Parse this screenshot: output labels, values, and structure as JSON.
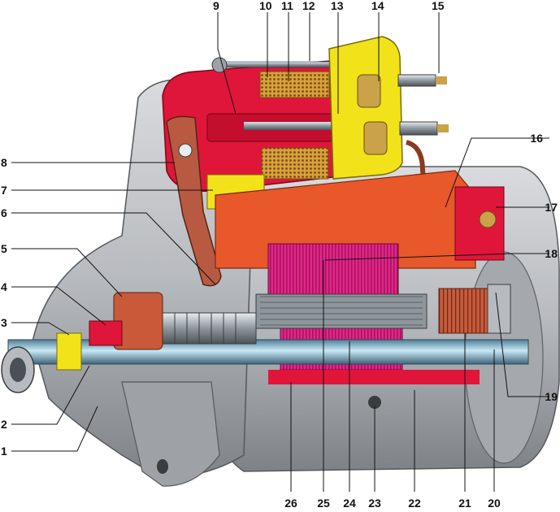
{
  "diagram": {
    "callouts": [
      {
        "id": "c1",
        "text": "1"
      },
      {
        "id": "c2",
        "text": "2"
      },
      {
        "id": "c3",
        "text": "3"
      },
      {
        "id": "c4",
        "text": "4"
      },
      {
        "id": "c5",
        "text": "5"
      },
      {
        "id": "c6",
        "text": "6"
      },
      {
        "id": "c7",
        "text": "7"
      },
      {
        "id": "c8",
        "text": "8"
      },
      {
        "id": "c9",
        "text": "9"
      },
      {
        "id": "c10",
        "text": "10"
      },
      {
        "id": "c11",
        "text": "11"
      },
      {
        "id": "c12",
        "text": "12"
      },
      {
        "id": "c13",
        "text": "13"
      },
      {
        "id": "c14",
        "text": "14"
      },
      {
        "id": "c15",
        "text": "15"
      },
      {
        "id": "c16",
        "text": "16"
      },
      {
        "id": "c17",
        "text": "17"
      },
      {
        "id": "c18",
        "text": "18"
      },
      {
        "id": "c19",
        "text": "19"
      },
      {
        "id": "c20",
        "text": "20"
      },
      {
        "id": "c21",
        "text": "21"
      },
      {
        "id": "c22",
        "text": "22"
      },
      {
        "id": "c23",
        "text": "23"
      },
      {
        "id": "c24",
        "text": "24"
      },
      {
        "id": "c25",
        "text": "25"
      },
      {
        "id": "c26",
        "text": "26"
      }
    ],
    "colors": {
      "housing_gray": "#b9bcc0",
      "housing_dark": "#6f7378",
      "section_red": "#e0153a",
      "section_crimson": "#b80f2f",
      "winding_orange": "#e8582a",
      "copper": "#c85a3a",
      "core_magenta": "#e0288a",
      "insulation_yellow": "#f2e21a",
      "shaft_blue": "#9fd0e8",
      "terminal_tan": "#c9a24a",
      "background": "#ffffff"
    }
  }
}
